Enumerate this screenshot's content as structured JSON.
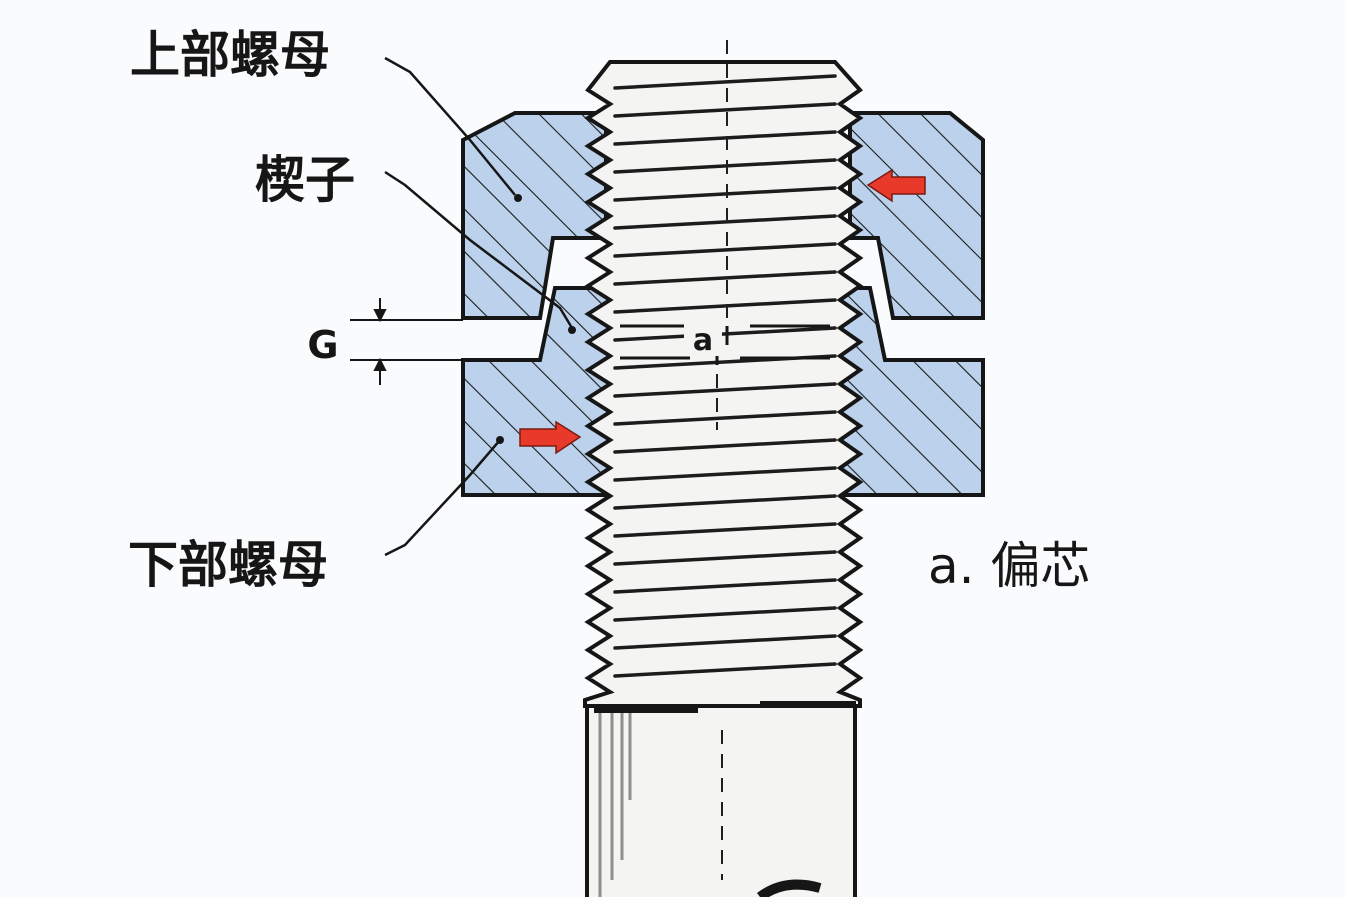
{
  "labels": {
    "upper_nut": "上部螺母",
    "wedge": "楔子",
    "gap": "G",
    "lower_nut": "下部螺母",
    "eccentric_marker": "a",
    "legend": "a. 偏芯"
  },
  "colors": {
    "nut_fill": "#bcd2ec",
    "outline": "#161616",
    "bolt_fill": "#f4f4f2",
    "thread_line": "#1c1c1c",
    "arrow_red": "#e8392a",
    "background": "#fafbfd"
  }
}
